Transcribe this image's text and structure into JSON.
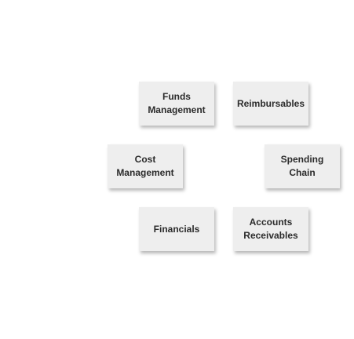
{
  "diagram": {
    "nodes": [
      {
        "id": "funds-management",
        "label": "Funds\nManagement"
      },
      {
        "id": "reimbursables",
        "label": "Reimbursables"
      },
      {
        "id": "cost-management",
        "label": "Cost\nManagement"
      },
      {
        "id": "spending-chain",
        "label": "Spending Chain"
      },
      {
        "id": "financials",
        "label": "Financials"
      },
      {
        "id": "accounts-receivables",
        "label": "Accounts\nReceivables"
      }
    ]
  },
  "colors": {
    "box_fill": "#eeeeee",
    "text": "#2b2b2b",
    "background": "#ffffff"
  }
}
